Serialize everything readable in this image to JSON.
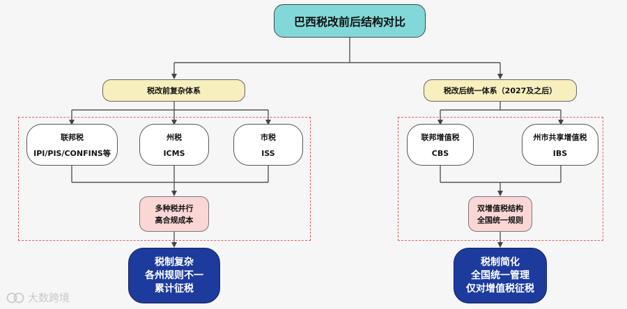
{
  "title": "巴西税改前后结构对比",
  "left": {
    "header": "税改前复杂体系",
    "taxes": [
      {
        "name": "联邦税",
        "code": "IPI/PIS/CONFINS等"
      },
      {
        "name": "州税",
        "code": "ICMS"
      },
      {
        "name": "市税",
        "code": "ISS"
      }
    ],
    "summary": [
      "多种税并行",
      "高合规成本"
    ],
    "result": [
      "税制复杂",
      "各州规则不一",
      "累计征税"
    ]
  },
  "right": {
    "header": "税改后统一体系（2027及之后）",
    "taxes": [
      {
        "name": "联邦增值税",
        "code": "CBS"
      },
      {
        "name": "州市共享增值税",
        "code": "IBS"
      }
    ],
    "summary": [
      "双增值税结构",
      "全国统一规则"
    ],
    "result": [
      "税制简化",
      "全国统一管理",
      "仅对增值税征税"
    ]
  },
  "colors": {
    "title_fill": "#82d8d8",
    "header_fill": "#f8efbe",
    "summary_fill": "#fad7d4",
    "result_fill": "#1d3b9c",
    "group_border": "#e25c5c"
  },
  "watermark": {
    "text": "大数跨境",
    "icon": "logo-icon"
  }
}
